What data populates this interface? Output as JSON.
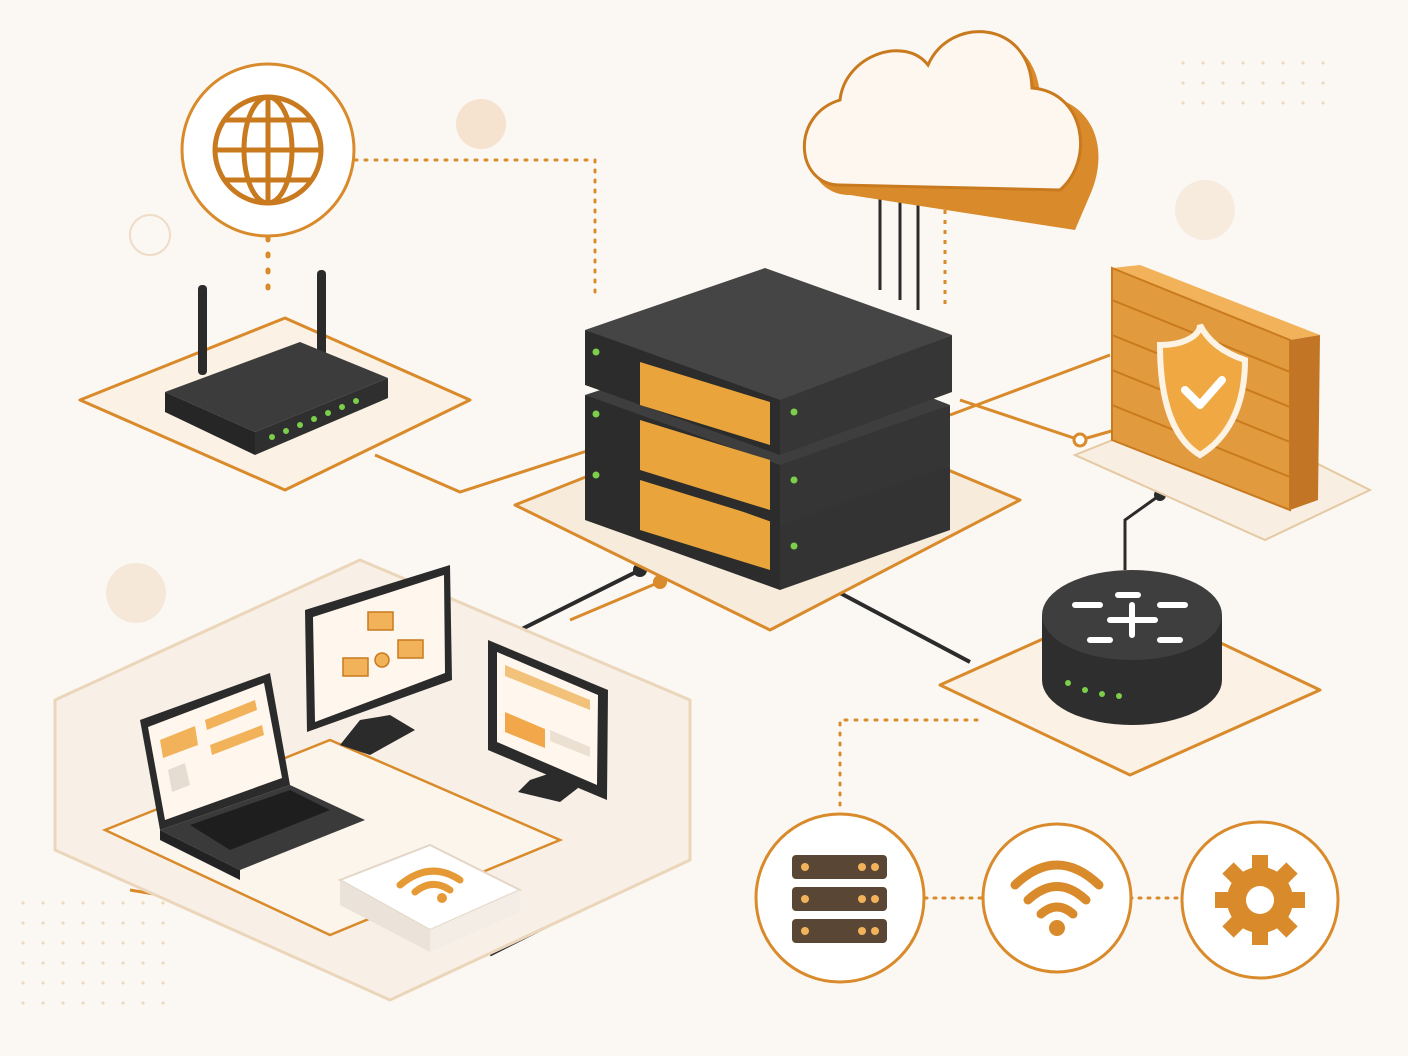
{
  "diagram": {
    "type": "isometric network topology illustration",
    "colors": {
      "background": "#fbf8f4",
      "accent": "#d98a2b",
      "accent_light": "#f2c27a",
      "device_dark": "#3a3a3a",
      "device_darker": "#262626",
      "status_led": "#7ccf4a",
      "cable_dark": "#2b2b2b"
    },
    "nodes": [
      {
        "id": "globe",
        "icon": "globe-icon"
      },
      {
        "id": "wireless-router",
        "icon": "router-icon"
      },
      {
        "id": "switch-stack",
        "icon": "network-switch-icon"
      },
      {
        "id": "cloud",
        "icon": "cloud-icon"
      },
      {
        "id": "firewall",
        "icon": "firewall-shield-check-icon"
      },
      {
        "id": "core-router",
        "icon": "core-router-arrows-icon"
      },
      {
        "id": "laptop",
        "icon": "laptop-icon"
      },
      {
        "id": "monitor-org-chart",
        "icon": "monitor-hierarchy-icon"
      },
      {
        "id": "monitor-dashboard",
        "icon": "monitor-icon"
      },
      {
        "id": "access-point",
        "icon": "wifi-access-point-icon"
      },
      {
        "id": "servers",
        "icon": "server-rack-icon"
      },
      {
        "id": "wifi",
        "icon": "wifi-icon"
      },
      {
        "id": "settings",
        "icon": "gear-icon"
      }
    ],
    "edges": [
      [
        "globe",
        "wireless-router"
      ],
      [
        "globe",
        "switch-stack"
      ],
      [
        "wireless-router",
        "switch-stack"
      ],
      [
        "cloud",
        "switch-stack"
      ],
      [
        "switch-stack",
        "firewall"
      ],
      [
        "firewall",
        "core-router"
      ],
      [
        "switch-stack",
        "core-router"
      ],
      [
        "switch-stack",
        "monitor-dashboard"
      ],
      [
        "switch-stack",
        "laptop"
      ],
      [
        "monitor-org-chart",
        "access-point"
      ],
      [
        "servers",
        "wifi"
      ],
      [
        "wifi",
        "settings"
      ],
      [
        "core-router",
        "servers"
      ]
    ]
  }
}
